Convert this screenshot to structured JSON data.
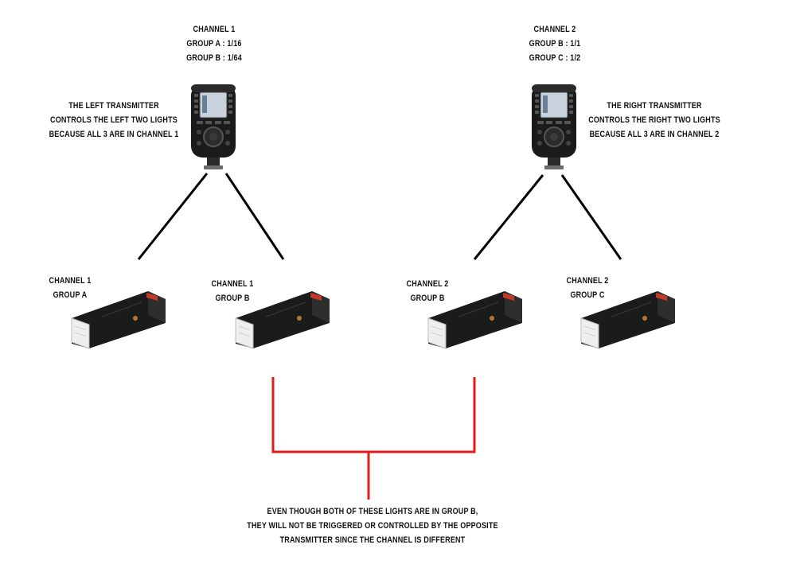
{
  "transmitters": [
    {
      "id": "left",
      "settings": [
        "CHANNEL 1",
        "GROUP A : 1/16",
        "GROUP B : 1/64"
      ],
      "note": [
        "THE LEFT TRANSMITTER",
        "CONTROLS THE LEFT TWO LIGHTS",
        "BECAUSE ALL 3 ARE IN CHANNEL 1"
      ]
    },
    {
      "id": "right",
      "settings": [
        "CHANNEL 2",
        "GROUP B : 1/1",
        "GROUP C : 1/2"
      ],
      "note": [
        "THE RIGHT TRANSMITTER",
        "CONTROLS THE RIGHT TWO LIGHTS",
        "BECAUSE ALL 3 ARE IN CHANNEL 2"
      ]
    }
  ],
  "lights": [
    {
      "channel": "CHANNEL 1",
      "group": "GROUP A"
    },
    {
      "channel": "CHANNEL 1",
      "group": "GROUP B"
    },
    {
      "channel": "CHANNEL 2",
      "group": "GROUP B"
    },
    {
      "channel": "CHANNEL 2",
      "group": "GROUP C"
    }
  ],
  "footnote": [
    "EVEN THOUGH BOTH OF THESE LIGHTS ARE IN GROUP B,",
    "THEY WILL NOT BE TRIGGERED OR CONTROLLED BY THE OPPOSITE",
    "TRANSMITTER SINCE THE CHANNEL IS DIFFERENT"
  ],
  "colors": {
    "connector": "#000000",
    "bracket": "#e01b1b",
    "device_body": "#1b1b1b",
    "flash_head": "#f2f2f2",
    "screen": "#c9d2dc"
  },
  "icons": [
    "transmitter-icon",
    "flash-light-icon"
  ]
}
